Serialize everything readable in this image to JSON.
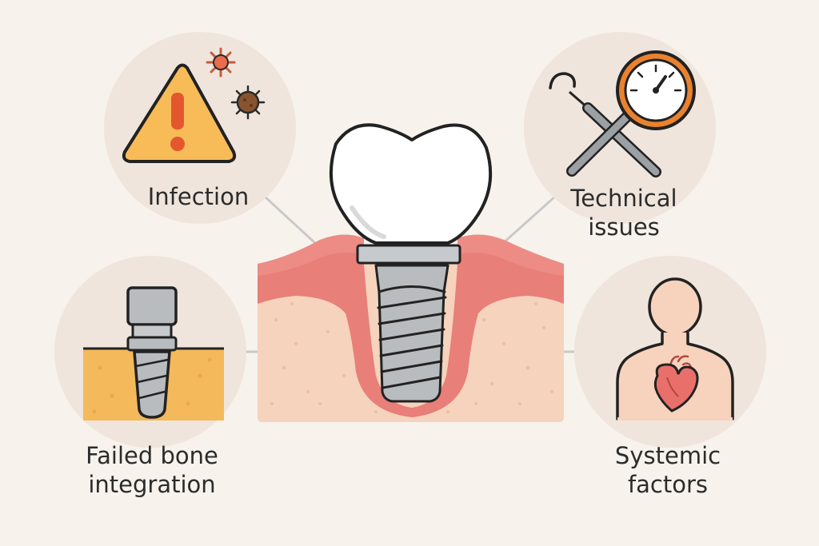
{
  "diagram": {
    "colors": {
      "background": "#f7f2ec",
      "circle": "#efe5dc",
      "gum": "#e87f78",
      "bone": "#f5d3bd",
      "metal": "#b9bcbf",
      "crown": "#ffffff",
      "warning": "#f7bc57",
      "heart": "#e9706a",
      "skin": "#f7d3bd",
      "gauge": "#e9822f"
    },
    "labels": {
      "infection": [
        "Infection"
      ],
      "technical": [
        "Technical",
        "issues"
      ],
      "failed": [
        "Failed bone",
        "integration"
      ],
      "systemic": [
        "Systemic",
        "factors"
      ]
    },
    "icons": {
      "infection": [
        "warning-triangle-icon",
        "bacteria-icon",
        "virus-icon"
      ],
      "technical": [
        "dental-probe-icon",
        "pressure-gauge-icon"
      ],
      "failed": [
        "implant-in-bone-icon"
      ],
      "systemic": [
        "person-icon",
        "heart-icon"
      ]
    }
  }
}
